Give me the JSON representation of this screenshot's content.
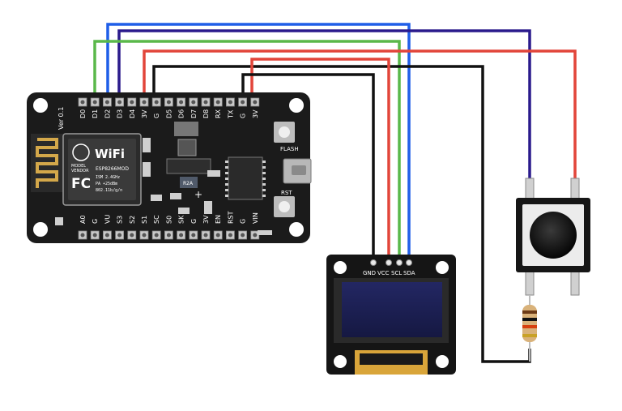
{
  "colors": {
    "wire_blue": "#1f5ee8",
    "wire_navy": "#2a1a8c",
    "wire_green": "#5ab84a",
    "wire_red": "#e2453a",
    "wire_black": "#111111",
    "board": "#1b1b1b",
    "pcb_blue": "#0f3a6b",
    "oled_screen": "#1c1f55"
  },
  "nodemcu": {
    "version": "Ver 0.1",
    "top_pins": [
      "D0",
      "D1",
      "D2",
      "D3",
      "D4",
      "3V",
      "G",
      "D5",
      "D6",
      "D7",
      "D8",
      "RX",
      "TX",
      "G",
      "3V"
    ],
    "bottom_pins": [
      "A0",
      "G",
      "VU",
      "S3",
      "S2",
      "S1",
      "SC",
      "S0",
      "SK",
      "G",
      "3V",
      "EN",
      "RST",
      "G",
      "VIN"
    ],
    "flash_label": "FLASH",
    "rst_label": "RST",
    "wifi_label": "WiFi",
    "fc_label": "FC",
    "module_model": "MODEL",
    "module_vendor": "VENDOR",
    "module_name": "ESP8266MOD",
    "module_ism": "ISM 2.4GHz",
    "module_pa": "PA  +25dBm",
    "module_std": "802.11b/g/n",
    "resistor_code": "R2A"
  },
  "oled": {
    "pins": [
      "GND",
      "VCC",
      "SCL",
      "SDA"
    ]
  },
  "button": {
    "name": "push button"
  },
  "resistor": {
    "name": "resistor"
  }
}
